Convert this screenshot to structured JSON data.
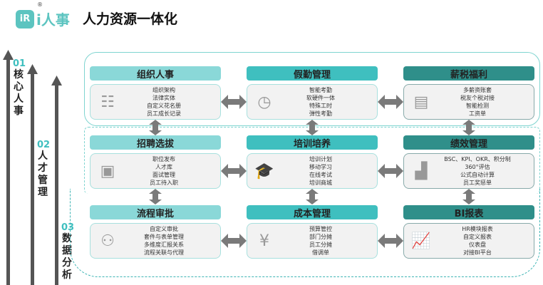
{
  "header": {
    "logo_mark": "iR",
    "logo_text": "i人事",
    "registered": "®",
    "title": "人力资源一体化"
  },
  "levels": [
    {
      "num": "01",
      "label": "核心人事"
    },
    {
      "num": "02",
      "label": "人才管理"
    },
    {
      "num": "03",
      "label": "数据分析"
    }
  ],
  "modules": [
    {
      "title": "组织人事",
      "icon": "org-chart-icon",
      "items": [
        "组织架构",
        "法律实体",
        "自定义花名册",
        "员工成长记录"
      ]
    },
    {
      "title": "假勤管理",
      "icon": "clipboard-clock-icon",
      "items": [
        "智能考勤",
        "软硬件一体",
        "特殊工时",
        "弹性考勤"
      ]
    },
    {
      "title": "薪税福利",
      "icon": "abacus-icon",
      "items": [
        "多薪资账套",
        "税友个税对接",
        "智能检测",
        "工资单"
      ]
    },
    {
      "title": "招聘选拔",
      "icon": "job-resume-icon",
      "items": [
        "职位发布",
        "人才库",
        "面试管理",
        "员工待入职"
      ]
    },
    {
      "title": "培训培养",
      "icon": "graduation-cap-icon",
      "items": [
        "培训计划",
        "移动学习",
        "在线考试",
        "培训商城"
      ]
    },
    {
      "title": "绩效管理",
      "icon": "climbing-steps-icon",
      "items": [
        "BSC、KPI、OKR、积分制",
        "360°评估",
        "公式自动计算",
        "员工奖惩单"
      ]
    },
    {
      "title": "流程审批",
      "icon": "workflow-people-icon",
      "items": [
        "自定义审批",
        "套件与表单管理",
        "多维度汇报关系",
        "流程关联与代理"
      ]
    },
    {
      "title": "成本管理",
      "icon": "money-bag-icon",
      "items": [
        "预算管控",
        "部门分摊",
        "员工分摊",
        "借调单"
      ]
    },
    {
      "title": "BI报表",
      "icon": "bar-chart-icon",
      "items": [
        "HR模块报表",
        "自定义报表",
        "仪表盘",
        "对接BI平台"
      ]
    }
  ],
  "colors": {
    "light": "#8ad8d8",
    "mid": "#3fbfbf",
    "dark": "#2f8f8a",
    "arrow": "#7a7a7a"
  }
}
